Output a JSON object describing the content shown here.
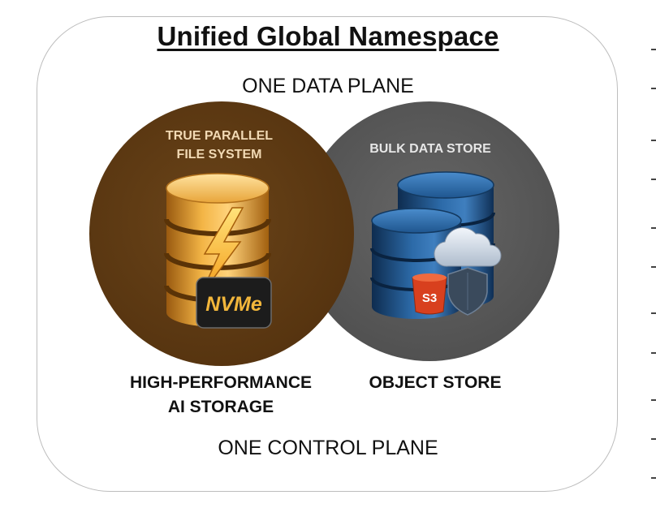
{
  "title": "Unified Global Namespace",
  "top_plane": "ONE DATA PLANE",
  "bottom_plane": "ONE CONTROL PLANE",
  "left_circle": {
    "label_line1": "TRUE PARALLEL",
    "label_line2": "FILE SYSTEM",
    "badge": "NVMe",
    "caption_line1": "HIGH-PERFORMANCE",
    "caption_line2": "AI STORAGE",
    "fill_color": "#5e3a14"
  },
  "right_circle": {
    "label": "BULK DATA STORE",
    "s3_badge": "S3",
    "caption": "OBJECT STORE",
    "fill_color": "#5a5a5a"
  },
  "icons": [
    "nvme-database-icon",
    "lightning-icon",
    "object-storage-database-icon",
    "cloud-icon",
    "shield-icon",
    "s3-bucket-icon"
  ]
}
